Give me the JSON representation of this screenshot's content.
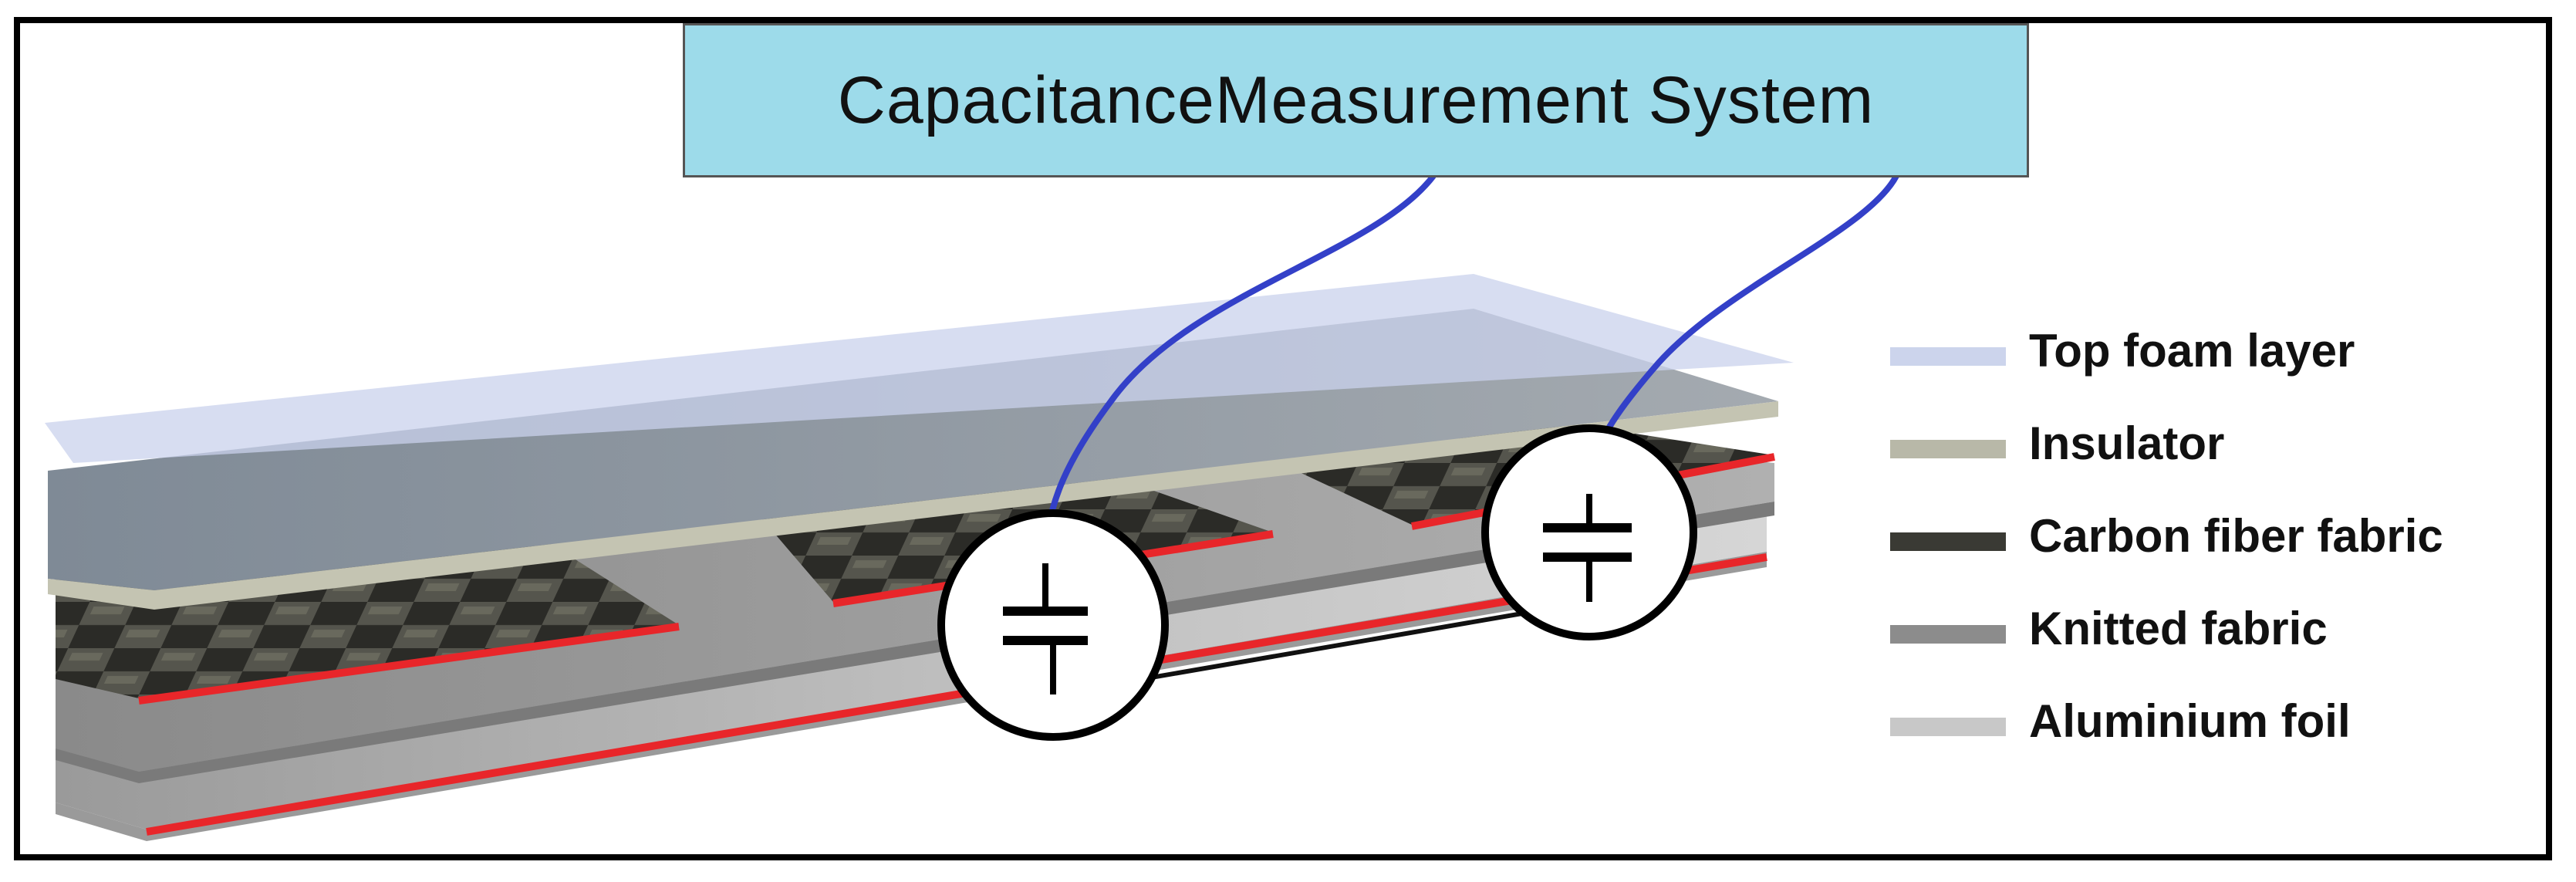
{
  "title": "CapacitanceMeasurement System",
  "legend": [
    {
      "label": "Top foam layer",
      "color": "#ccd4ec"
    },
    {
      "label": "Insulator",
      "color": "#b8b8a8"
    },
    {
      "label": "Carbon fiber fabric",
      "color": "#3a3a34"
    },
    {
      "label": "Knitted fabric",
      "color": "#8c8c8c"
    },
    {
      "label": "Aluminium foil",
      "color": "#c8c8c8"
    }
  ],
  "colors": {
    "wire": "#3340c8",
    "edge": "#e8262a",
    "title_bg": "#9ddbea"
  },
  "icons": [
    "capacitor-icon-left",
    "capacitor-icon-right"
  ]
}
